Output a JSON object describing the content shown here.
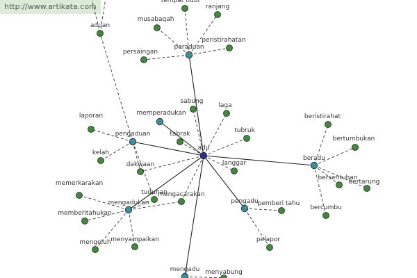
{
  "watermark": "http://www.artikata.com",
  "colors": {
    "center": "#2b2f8a",
    "hub": "#3f8f9a",
    "leaf": "#3f8a3b",
    "node_stroke": "#222222",
    "edge": "#222222",
    "dashed_edge": "#333333"
  },
  "nodes": [
    {
      "id": "adu",
      "label": "adu",
      "kind": "center"
    },
    {
      "id": "peraduan",
      "label": "peraduan",
      "kind": "hub"
    },
    {
      "id": "pengaduan",
      "label": "pengaduan",
      "kind": "hub"
    },
    {
      "id": "beradu",
      "label": "beradu",
      "kind": "hub"
    },
    {
      "id": "mengadukan",
      "label": "mengadukan",
      "kind": "hub"
    },
    {
      "id": "pengadu",
      "label": "pengadu",
      "kind": "hub"
    },
    {
      "id": "mengadu",
      "label": "mengadu",
      "kind": "hub"
    },
    {
      "id": "memperadukan",
      "label": "memperadukan",
      "kind": "hub"
    },
    {
      "id": "tempat_tidur",
      "label": "tempat tidur",
      "kind": "leaf"
    },
    {
      "id": "ranjang",
      "label": "ranjang",
      "kind": "leaf"
    },
    {
      "id": "musabaqah",
      "label": "musabaqah",
      "kind": "leaf"
    },
    {
      "id": "peristirahatan",
      "label": "peristirahatan",
      "kind": "leaf"
    },
    {
      "id": "persaingan",
      "label": "persaingan",
      "kind": "leaf"
    },
    {
      "id": "aduan",
      "label": "aduan",
      "kind": "leaf"
    },
    {
      "id": "sabung",
      "label": "sabung",
      "kind": "leaf"
    },
    {
      "id": "laga",
      "label": "laga",
      "kind": "leaf"
    },
    {
      "id": "tubruk",
      "label": "tubruk",
      "kind": "leaf"
    },
    {
      "id": "tabrak",
      "label": "tabrak",
      "kind": "leaf"
    },
    {
      "id": "langgar",
      "label": "langgar",
      "kind": "leaf"
    },
    {
      "id": "laporan",
      "label": "laporan",
      "kind": "leaf"
    },
    {
      "id": "kelah",
      "label": "kelah",
      "kind": "leaf"
    },
    {
      "id": "dakwaan",
      "label": "dakwaan",
      "kind": "leaf"
    },
    {
      "id": "tuduhan",
      "label": "tuduhan",
      "kind": "leaf"
    },
    {
      "id": "mengacarakan",
      "label": "mengacarakan",
      "kind": "leaf"
    },
    {
      "id": "memerkarakan",
      "label": "memerkarakan",
      "kind": "leaf"
    },
    {
      "id": "memberitahukan",
      "label": "memberitahukan",
      "kind": "leaf"
    },
    {
      "id": "mengeluh",
      "label": "mengeluh",
      "kind": "leaf"
    },
    {
      "id": "menyampaikan",
      "label": "menyampaikan",
      "kind": "leaf"
    },
    {
      "id": "pemberi_tahu",
      "label": "pemberi tahu",
      "kind": "leaf"
    },
    {
      "id": "pelapor",
      "label": "pelapor",
      "kind": "leaf"
    },
    {
      "id": "menyabung",
      "label": "menyabung",
      "kind": "leaf"
    },
    {
      "id": "beristirahat",
      "label": "beristirahat",
      "kind": "leaf"
    },
    {
      "id": "bertumbukan",
      "label": "bertumbukan",
      "kind": "leaf"
    },
    {
      "id": "bersentuhan",
      "label": "bersentuhan",
      "kind": "leaf"
    },
    {
      "id": "bertarung",
      "label": "bertarung",
      "kind": "leaf"
    },
    {
      "id": "bercumbu",
      "label": "bercumbu",
      "kind": "leaf"
    }
  ],
  "edges": [
    {
      "from": "adu",
      "to": "peraduan",
      "style": "solid"
    },
    {
      "from": "adu",
      "to": "pengaduan",
      "style": "solid"
    },
    {
      "from": "adu",
      "to": "beradu",
      "style": "solid"
    },
    {
      "from": "adu",
      "to": "mengadukan",
      "style": "solid"
    },
    {
      "from": "adu",
      "to": "pengadu",
      "style": "solid"
    },
    {
      "from": "adu",
      "to": "mengadu",
      "style": "solid"
    },
    {
      "from": "adu",
      "to": "memperadukan",
      "style": "solid"
    },
    {
      "from": "adu",
      "to": "sabung",
      "style": "dashed"
    },
    {
      "from": "adu",
      "to": "laga",
      "style": "dashed"
    },
    {
      "from": "adu",
      "to": "tubruk",
      "style": "dashed"
    },
    {
      "from": "adu",
      "to": "tabrak",
      "style": "dashed"
    },
    {
      "from": "adu",
      "to": "langgar",
      "style": "dashed"
    },
    {
      "from": "adu",
      "to": "dakwaan",
      "style": "dashed"
    },
    {
      "from": "adu",
      "to": "mengacarakan",
      "style": "dashed"
    },
    {
      "from": "peraduan",
      "to": "tempat_tidur",
      "style": "dashed"
    },
    {
      "from": "peraduan",
      "to": "ranjang",
      "style": "dashed"
    },
    {
      "from": "peraduan",
      "to": "musabaqah",
      "style": "dashed"
    },
    {
      "from": "peraduan",
      "to": "peristirahatan",
      "style": "dashed"
    },
    {
      "from": "peraduan",
      "to": "persaingan",
      "style": "dashed"
    },
    {
      "from": "pengaduan",
      "to": "laporan",
      "style": "dashed"
    },
    {
      "from": "pengaduan",
      "to": "kelah",
      "style": "dashed"
    },
    {
      "from": "pengaduan",
      "to": "dakwaan",
      "style": "dashed"
    },
    {
      "from": "pengaduan",
      "to": "tuduhan",
      "style": "dashed"
    },
    {
      "from": "pengaduan",
      "to": "aduan",
      "style": "dashed"
    },
    {
      "from": "mengadukan",
      "to": "memerkarakan",
      "style": "dashed"
    },
    {
      "from": "mengadukan",
      "to": "memberitahukan",
      "style": "dashed"
    },
    {
      "from": "mengadukan",
      "to": "mengeluh",
      "style": "dashed"
    },
    {
      "from": "mengadukan",
      "to": "menyampaikan",
      "style": "dashed"
    },
    {
      "from": "mengadukan",
      "to": "mengacarakan",
      "style": "dashed"
    },
    {
      "from": "mengadukan",
      "to": "tuduhan",
      "style": "dashed"
    },
    {
      "from": "pengadu",
      "to": "pemberi_tahu",
      "style": "dashed"
    },
    {
      "from": "pengadu",
      "to": "pelapor",
      "style": "dashed"
    },
    {
      "from": "mengadu",
      "to": "menyabung",
      "style": "dashed"
    },
    {
      "from": "beradu",
      "to": "beristirahat",
      "style": "dashed"
    },
    {
      "from": "beradu",
      "to": "bertumbukan",
      "style": "dashed"
    },
    {
      "from": "beradu",
      "to": "bersentuhan",
      "style": "dashed"
    },
    {
      "from": "beradu",
      "to": "bertarung",
      "style": "dashed"
    },
    {
      "from": "beradu",
      "to": "bercumbu",
      "style": "dashed"
    }
  ]
}
